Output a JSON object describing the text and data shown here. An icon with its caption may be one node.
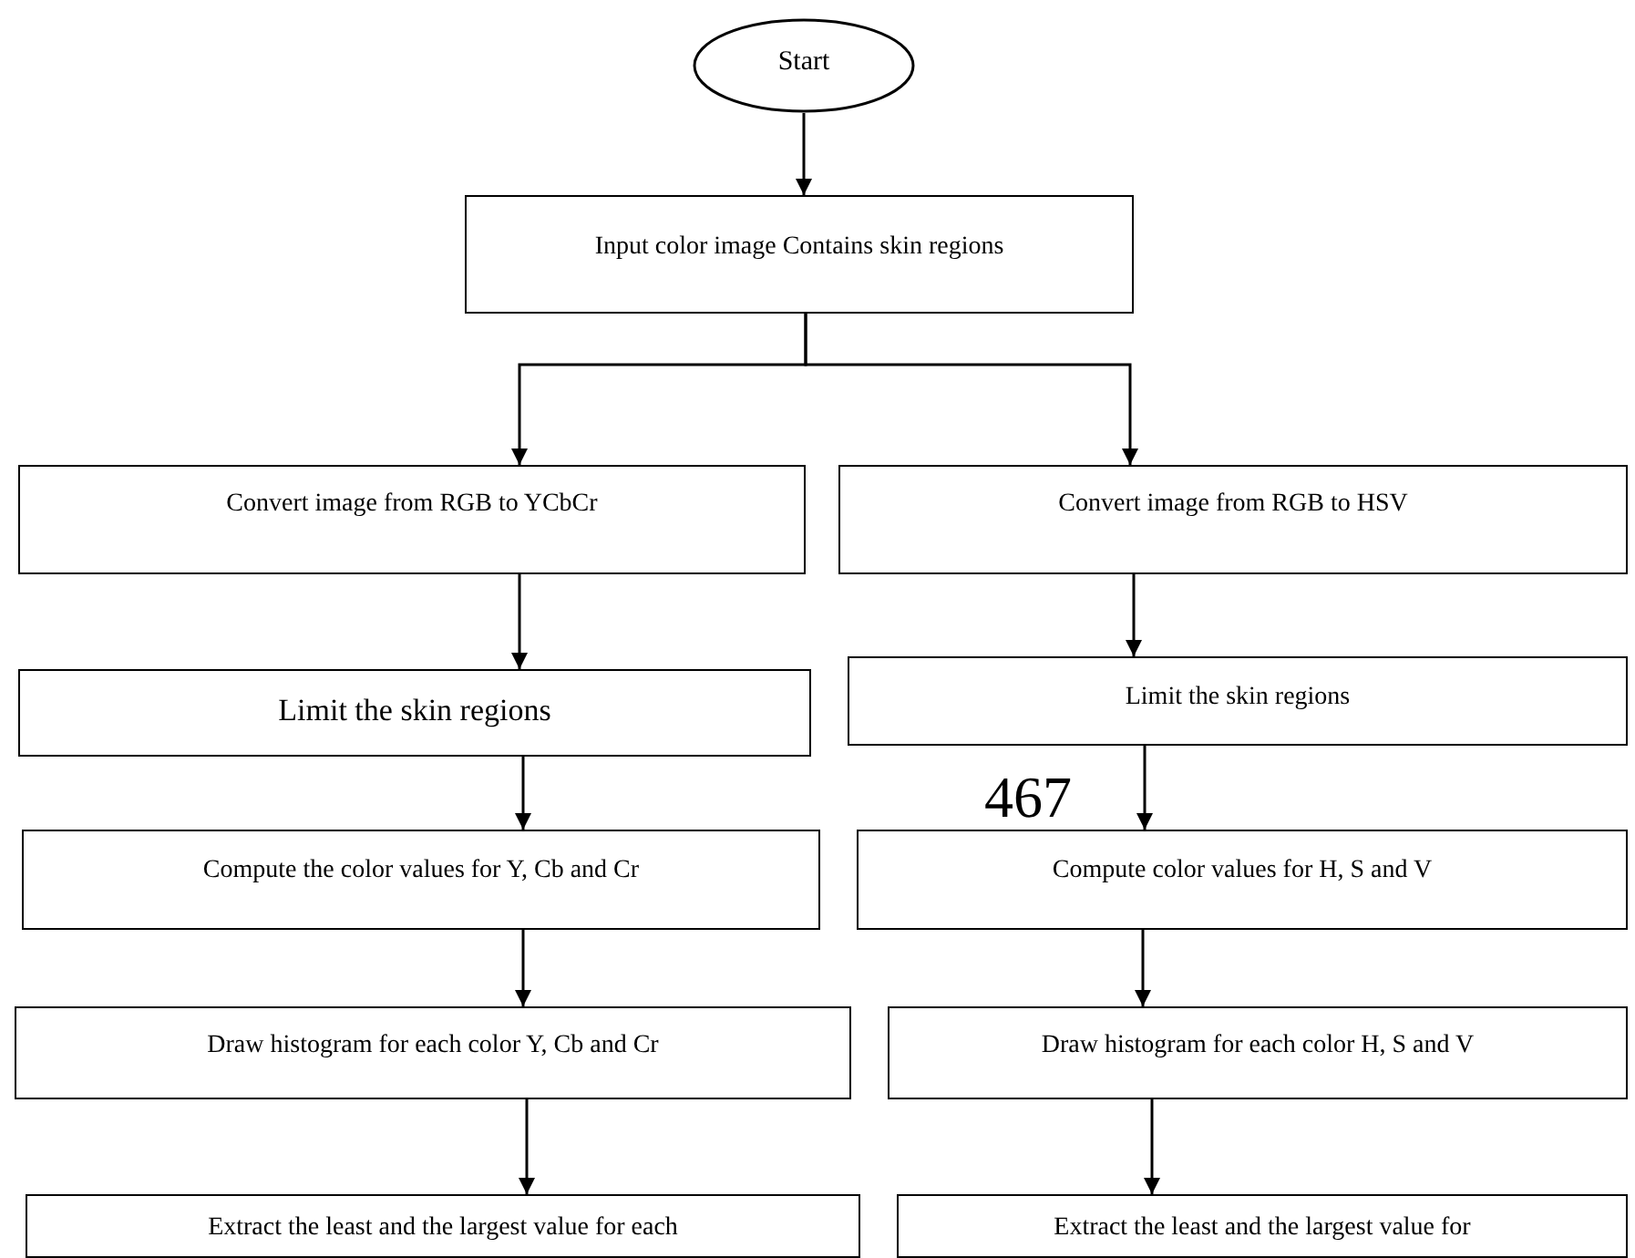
{
  "diagram": {
    "nodes": [
      {
        "text": [
          "Start"
        ]
      },
      {
        "text": [
          "Input color image Contains skin regions"
        ]
      },
      {
        "text": [
          "Convert image from RGB to YCbCr"
        ]
      },
      {
        "text": [
          "Convert image from RGB to HSV"
        ]
      },
      {
        "text": [
          "Limit the skin regions"
        ]
      },
      {
        "text": [
          "Limit the skin regions"
        ]
      },
      {
        "text": [
          "Compute the color values for Y, Cb and Cr"
        ]
      },
      {
        "text": [
          "Compute color values for H, S and V"
        ]
      },
      {
        "text": [
          "Draw histogram for each color Y, Cb and Cr"
        ]
      },
      {
        "text": [
          "Draw histogram for each color H, S and V"
        ]
      },
      {
        "text": [
          "Extract the least and the largest value for each"
        ]
      },
      {
        "text": [
          "Extract the least and the largest value for"
        ]
      }
    ],
    "edges": [
      {
        "from": 0,
        "to": 1,
        "arrow": "to"
      },
      {
        "from": 1,
        "to": 2,
        "arrow": "to"
      },
      {
        "from": 1,
        "to": 3,
        "arrow": "to"
      },
      {
        "from": 2,
        "to": 4,
        "arrow": "to"
      },
      {
        "from": 3,
        "to": 5,
        "arrow": "to"
      },
      {
        "from": 4,
        "to": 6,
        "arrow": "to"
      },
      {
        "from": 5,
        "to": 7,
        "arrow": "to"
      },
      {
        "from": 6,
        "to": 8,
        "arrow": "to"
      },
      {
        "from": 7,
        "to": 9,
        "arrow": "to"
      },
      {
        "from": 8,
        "to": 10,
        "arrow": "to"
      },
      {
        "from": 9,
        "to": 11,
        "arrow": "to"
      }
    ],
    "labels": [
      "467"
    ]
  }
}
